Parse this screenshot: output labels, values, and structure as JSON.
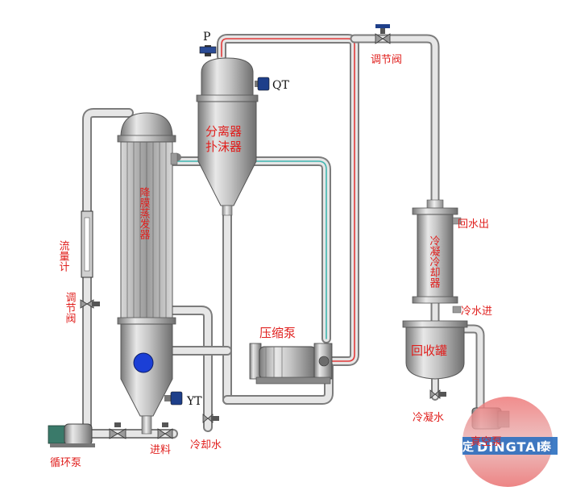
{
  "labels": {
    "pressure_gauge": "P",
    "thermometer_top": "QT",
    "separator": "分离器",
    "demister": "扑沫器",
    "regulating_valve_top": "调节阀",
    "evaporator_vertical": "降膜蒸发器",
    "flowmeter": "流量计",
    "regulating_valve_left": "调节阀",
    "condenser": "冷凝冷却器",
    "water_return": "回水出",
    "cold_water_in": "冷水进",
    "recovery_tank": "回收罐",
    "compressor": "压缩泵",
    "thermometer_bottom": "YT",
    "circulation_pump": "循环泵",
    "feed": "进料",
    "cooling_water": "冷却水",
    "condensate": "冷凝水",
    "vacuum_pump": "真空泵"
  },
  "logo": {
    "char_left": "定",
    "brand": "DINGTAI",
    "char_right": "泰"
  },
  "colors": {
    "vessel": "#b8b8b8",
    "pipe_gray": "#a8a8a8",
    "pipe_red": "#e23a3a",
    "pipe_teal": "#3fb6b0",
    "label_red": "#e0201e",
    "valve_blue": "#1e3f8a",
    "logo_red": "#d83a3a",
    "logo_blue": "#2a6fc0"
  }
}
